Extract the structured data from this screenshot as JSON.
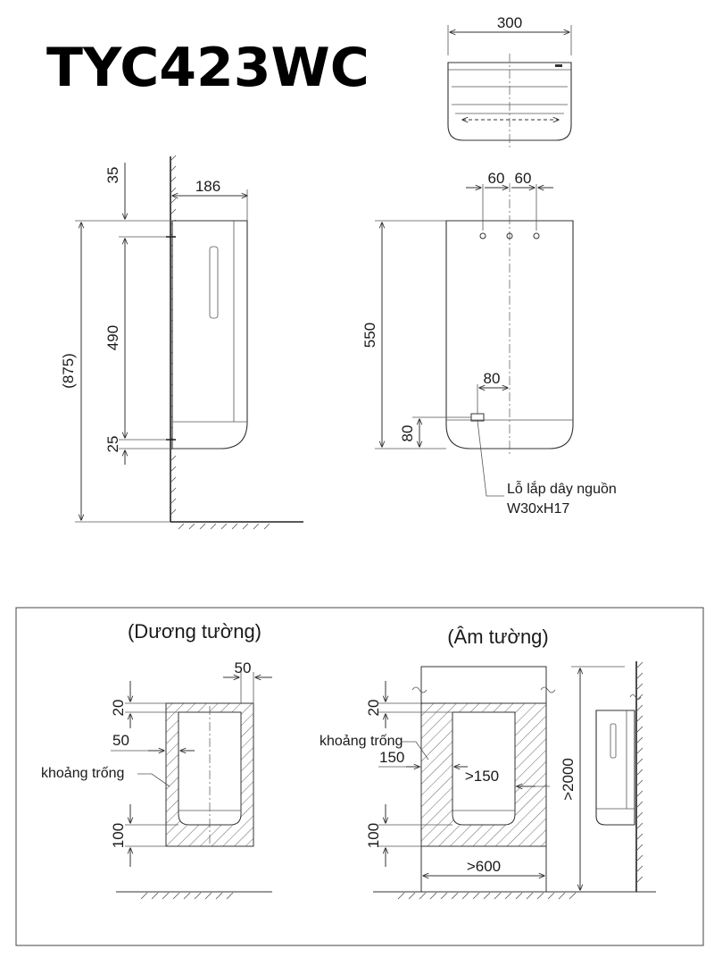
{
  "model": "TYC423WC",
  "top_view": {
    "width": "300"
  },
  "side_view": {
    "top_gap": "35",
    "depth": "186",
    "upper_height": "490",
    "lower_gap": "25",
    "total_height": "(875)"
  },
  "front_view": {
    "hole_spacing_left": "60",
    "hole_spacing_right": "60",
    "height": "550",
    "cable_offset": "80",
    "cable_height": "80",
    "cable_label_line1": "Lỗ lắp dây nguồn",
    "cable_label_line2": "W30xH17"
  },
  "install": {
    "surface": {
      "title": "(Dương tường)",
      "top_margin": "20",
      "side_clear": "50",
      "right_clear": "50",
      "bottom_margin": "100",
      "clearance_label": "khoảng trống"
    },
    "recessed": {
      "title": "(Âm tường)",
      "top_margin": "20",
      "clearance_label": "khoảng trống",
      "side_clear": "150",
      "inner_clear": ">150",
      "bottom_margin": "100",
      "min_width": ">600",
      "min_height": ">2000"
    }
  }
}
